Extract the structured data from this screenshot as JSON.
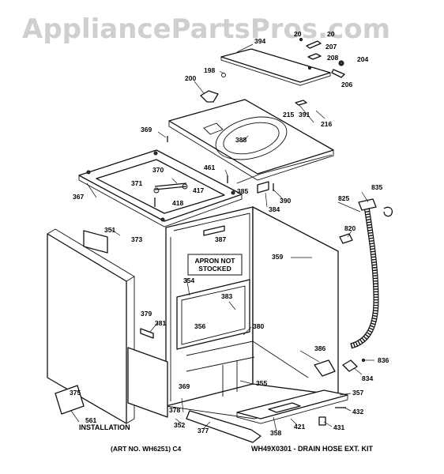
{
  "watermark": "AppliancePartsPros.com",
  "apron_note": {
    "line1": "APRON NOT",
    "line2": "STOCKED"
  },
  "installation_label": "INSTALLATION",
  "art_no": "(ART NO. WH6251) C4",
  "kit_note": "WH49X0301 - DRAIN HOSE EXT. KIT",
  "callouts": {
    "c198": "198",
    "c200": "200",
    "c204": "204",
    "c206": "206",
    "c207": "207",
    "c208": "208",
    "c209": "20",
    "c210": "20",
    "c215": "215",
    "c216": "216",
    "c351": "351",
    "c352": "352",
    "c354": "354",
    "c355": "355",
    "c356": "356",
    "c357": "357",
    "c358": "358",
    "c359": "359",
    "c367": "367",
    "c369a": "369",
    "c369b": "369",
    "c370": "370",
    "c371": "371",
    "c373": "373",
    "c375": "375",
    "c377": "377",
    "c378": "378",
    "c379": "379",
    "c380": "380",
    "c381": "381",
    "c383": "383",
    "c384": "384",
    "c385": "385",
    "c386": "386",
    "c387": "387",
    "c388": "388",
    "c390": "390",
    "c391": "391",
    "c394": "394",
    "c417": "417",
    "c418": "418",
    "c421": "421",
    "c431": "431",
    "c432": "432",
    "c461": "461",
    "c561": "561",
    "c820": "820",
    "c825": "825",
    "c834": "834",
    "c835": "835",
    "c836": "836"
  }
}
